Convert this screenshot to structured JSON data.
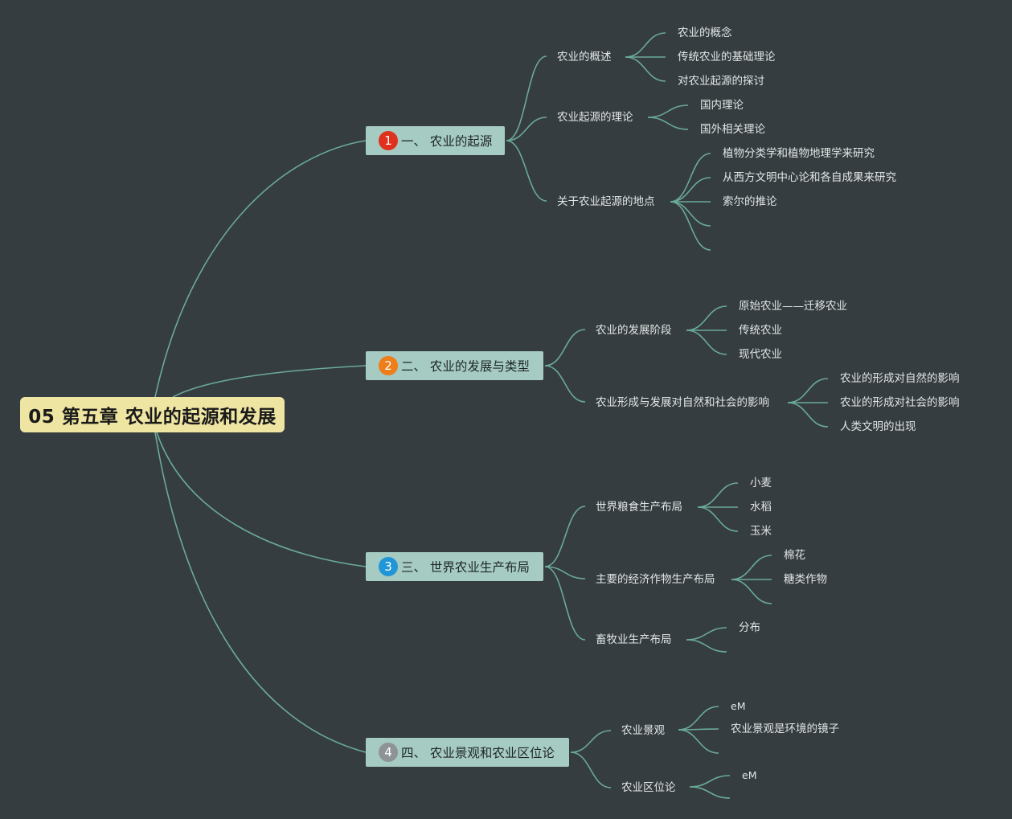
{
  "root": {
    "title": "05 第五章 农业的起源和发展"
  },
  "colors": {
    "background": "#363d40",
    "root_fill": "#efe5a2",
    "topic_fill": "#a5cbc2",
    "connector": "#6aaa97"
  },
  "branches": [
    {
      "num": "1",
      "badge_color": "#e0301e",
      "label": "一、 农业的起源",
      "children": [
        {
          "label": "农业的概述",
          "children": [
            "农业的概念",
            "传统农业的基础理论",
            "对农业起源的探讨"
          ]
        },
        {
          "label": "农业起源的理论",
          "children": [
            "国内理论",
            "国外相关理论"
          ]
        },
        {
          "label": "关于农业起源的地点",
          "children": [
            "植物分类学和植物地理学来研究",
            "从西方文明中心论和各自成果来研究",
            "索尔的推论",
            "",
            ""
          ]
        }
      ]
    },
    {
      "num": "2",
      "badge_color": "#ef7d1a",
      "label": "二、 农业的发展与类型",
      "children": [
        {
          "label": "农业的发展阶段",
          "children": [
            "原始农业——迁移农业",
            "传统农业",
            "现代农业"
          ]
        },
        {
          "label": "农业形成与发展对自然和社会的影响",
          "children": [
            "农业的形成对自然的影响",
            "农业的形成对社会的影响",
            "人类文明的出现"
          ]
        }
      ]
    },
    {
      "num": "3",
      "badge_color": "#2196d6",
      "label": "三、 世界农业生产布局",
      "children": [
        {
          "label": "世界粮食生产布局",
          "children": [
            "小麦",
            "水稻",
            "玉米"
          ]
        },
        {
          "label": "主要的经济作物生产布局",
          "children": [
            "棉花",
            "糖类作物",
            ""
          ]
        },
        {
          "label": "畜牧业生产布局",
          "children": [
            "分布",
            ""
          ]
        }
      ]
    },
    {
      "num": "4",
      "badge_color": "#8e9396",
      "label": "四、 农业景观和农业区位论",
      "children": [
        {
          "label": "农业景观",
          "children": [
            "eM",
            "农业景观是环境的镜子",
            ""
          ]
        },
        {
          "label": "农业区位论",
          "children": [
            "eM",
            ""
          ]
        }
      ]
    }
  ]
}
